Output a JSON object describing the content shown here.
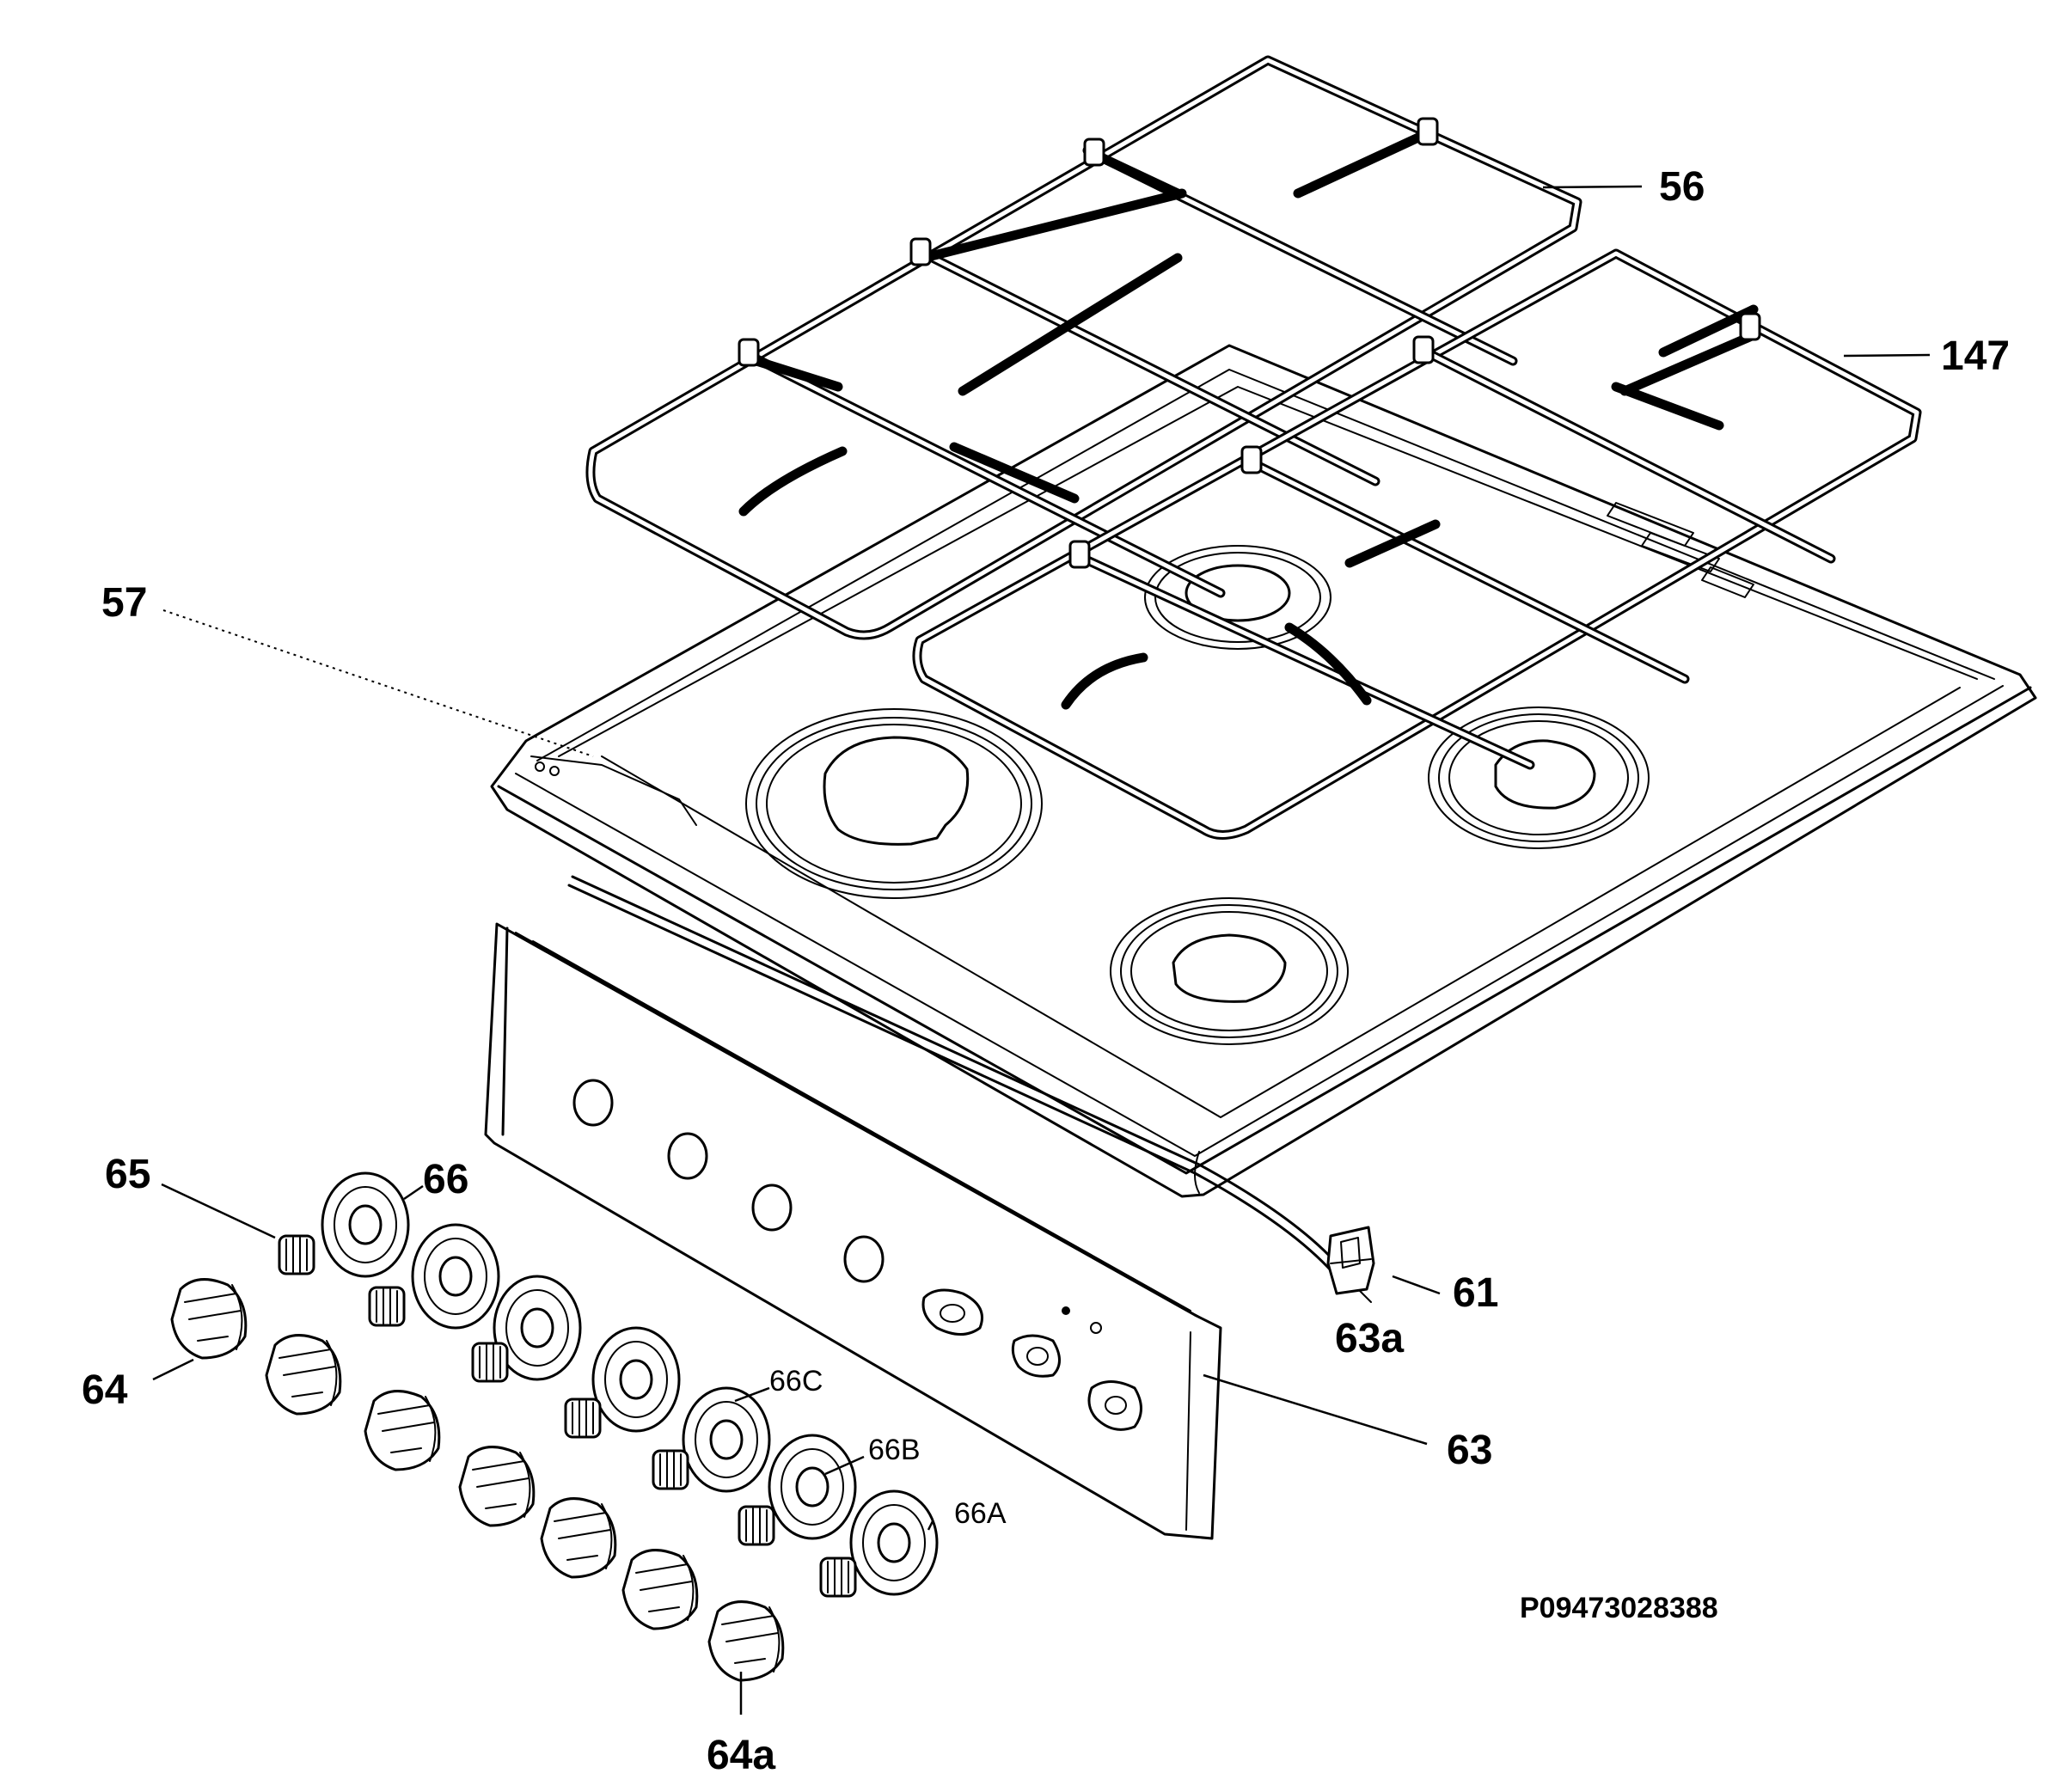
{
  "diagram": {
    "labels": {
      "p56": "56",
      "p147": "147",
      "p57": "57",
      "p65": "65",
      "p66": "66",
      "p64": "64",
      "p66c": "66C",
      "p66b": "66B",
      "p66a": "66A",
      "p64a": "64a",
      "p61": "61",
      "p63a": "63a",
      "p63": "63"
    },
    "drawing_code": "P09473028388"
  }
}
